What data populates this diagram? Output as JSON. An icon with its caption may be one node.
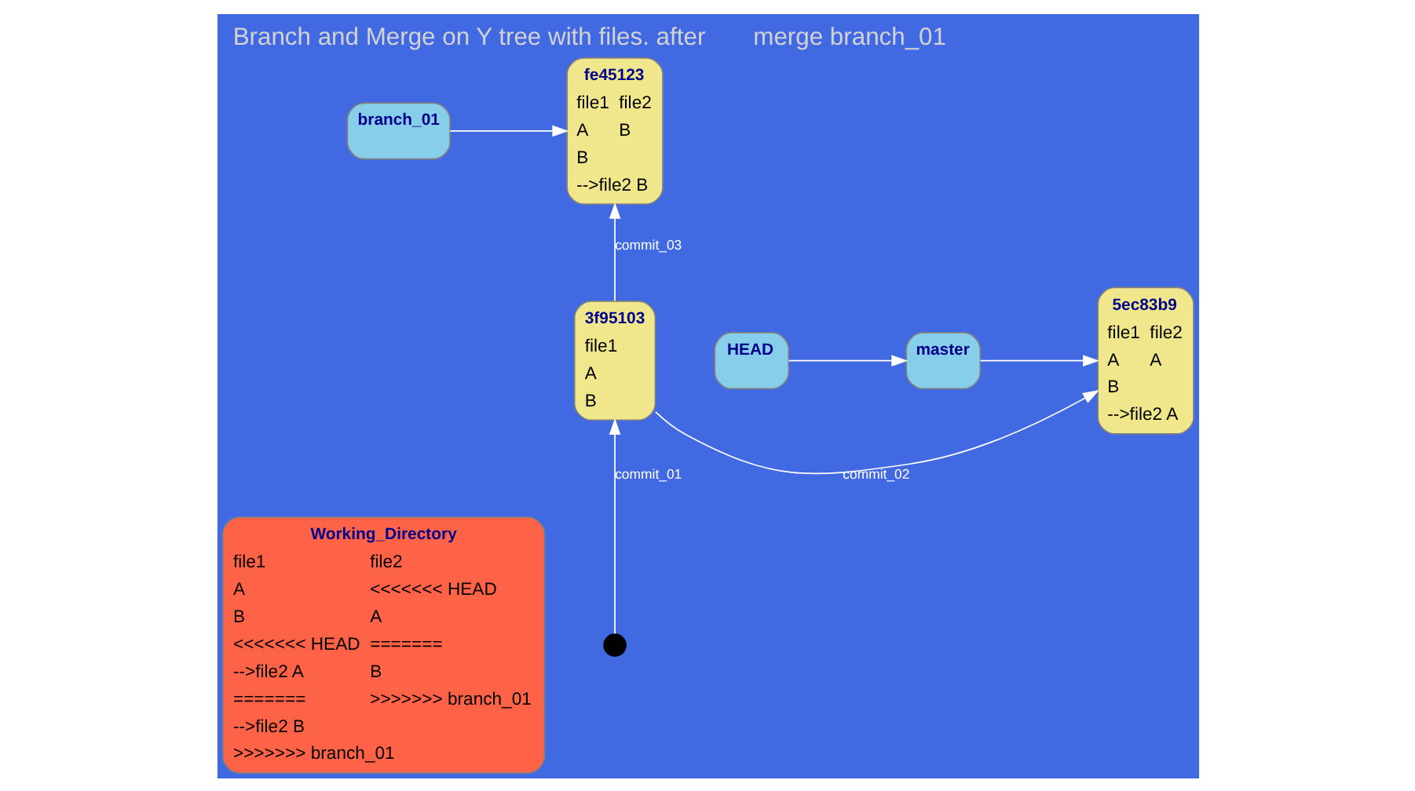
{
  "diagram": {
    "title": "Branch and Merge on Y tree with files. after       merge branch_01",
    "nodes": [
      {
        "text": [
          "Working_Directory",
          "file1",
          "file2",
          "A",
          "<<<<<<< HEAD",
          "B",
          "A",
          "<<<<<<< HEAD",
          "=======",
          "-->file2 A",
          "B",
          "=======",
          ">>>>>>> branch_01",
          "-->file2 B",
          ">>>>>>> branch_01"
        ]
      },
      {
        "text": [
          "branch_01"
        ]
      },
      {
        "text": [
          "fe45123",
          "file1",
          "file2",
          "A",
          "B",
          "B",
          "-->file2 B"
        ]
      },
      {
        "text": [
          "HEAD"
        ]
      },
      {
        "text": [
          "master"
        ]
      },
      {
        "text": [
          "5ec83b9",
          "file1",
          "file2",
          "A",
          "A",
          "B",
          "-->file2 A"
        ]
      },
      {
        "text": [
          "3f95103",
          "file1",
          "A",
          "B"
        ]
      },
      {
        "text": [],
        "shape": "circle"
      }
    ],
    "edges": [
      {
        "from": 1,
        "to": 2,
        "arrow": "to"
      },
      {
        "from": 6,
        "to": 2,
        "arrow": "to",
        "label": "commit_03"
      },
      {
        "from": 3,
        "to": 4,
        "arrow": "to"
      },
      {
        "from": 4,
        "to": 5,
        "arrow": "to"
      },
      {
        "from": 6,
        "to": 5,
        "arrow": "to",
        "label": "commit_02"
      },
      {
        "from": 7,
        "to": 6,
        "arrow": "to",
        "label": "commit_01"
      }
    ]
  }
}
